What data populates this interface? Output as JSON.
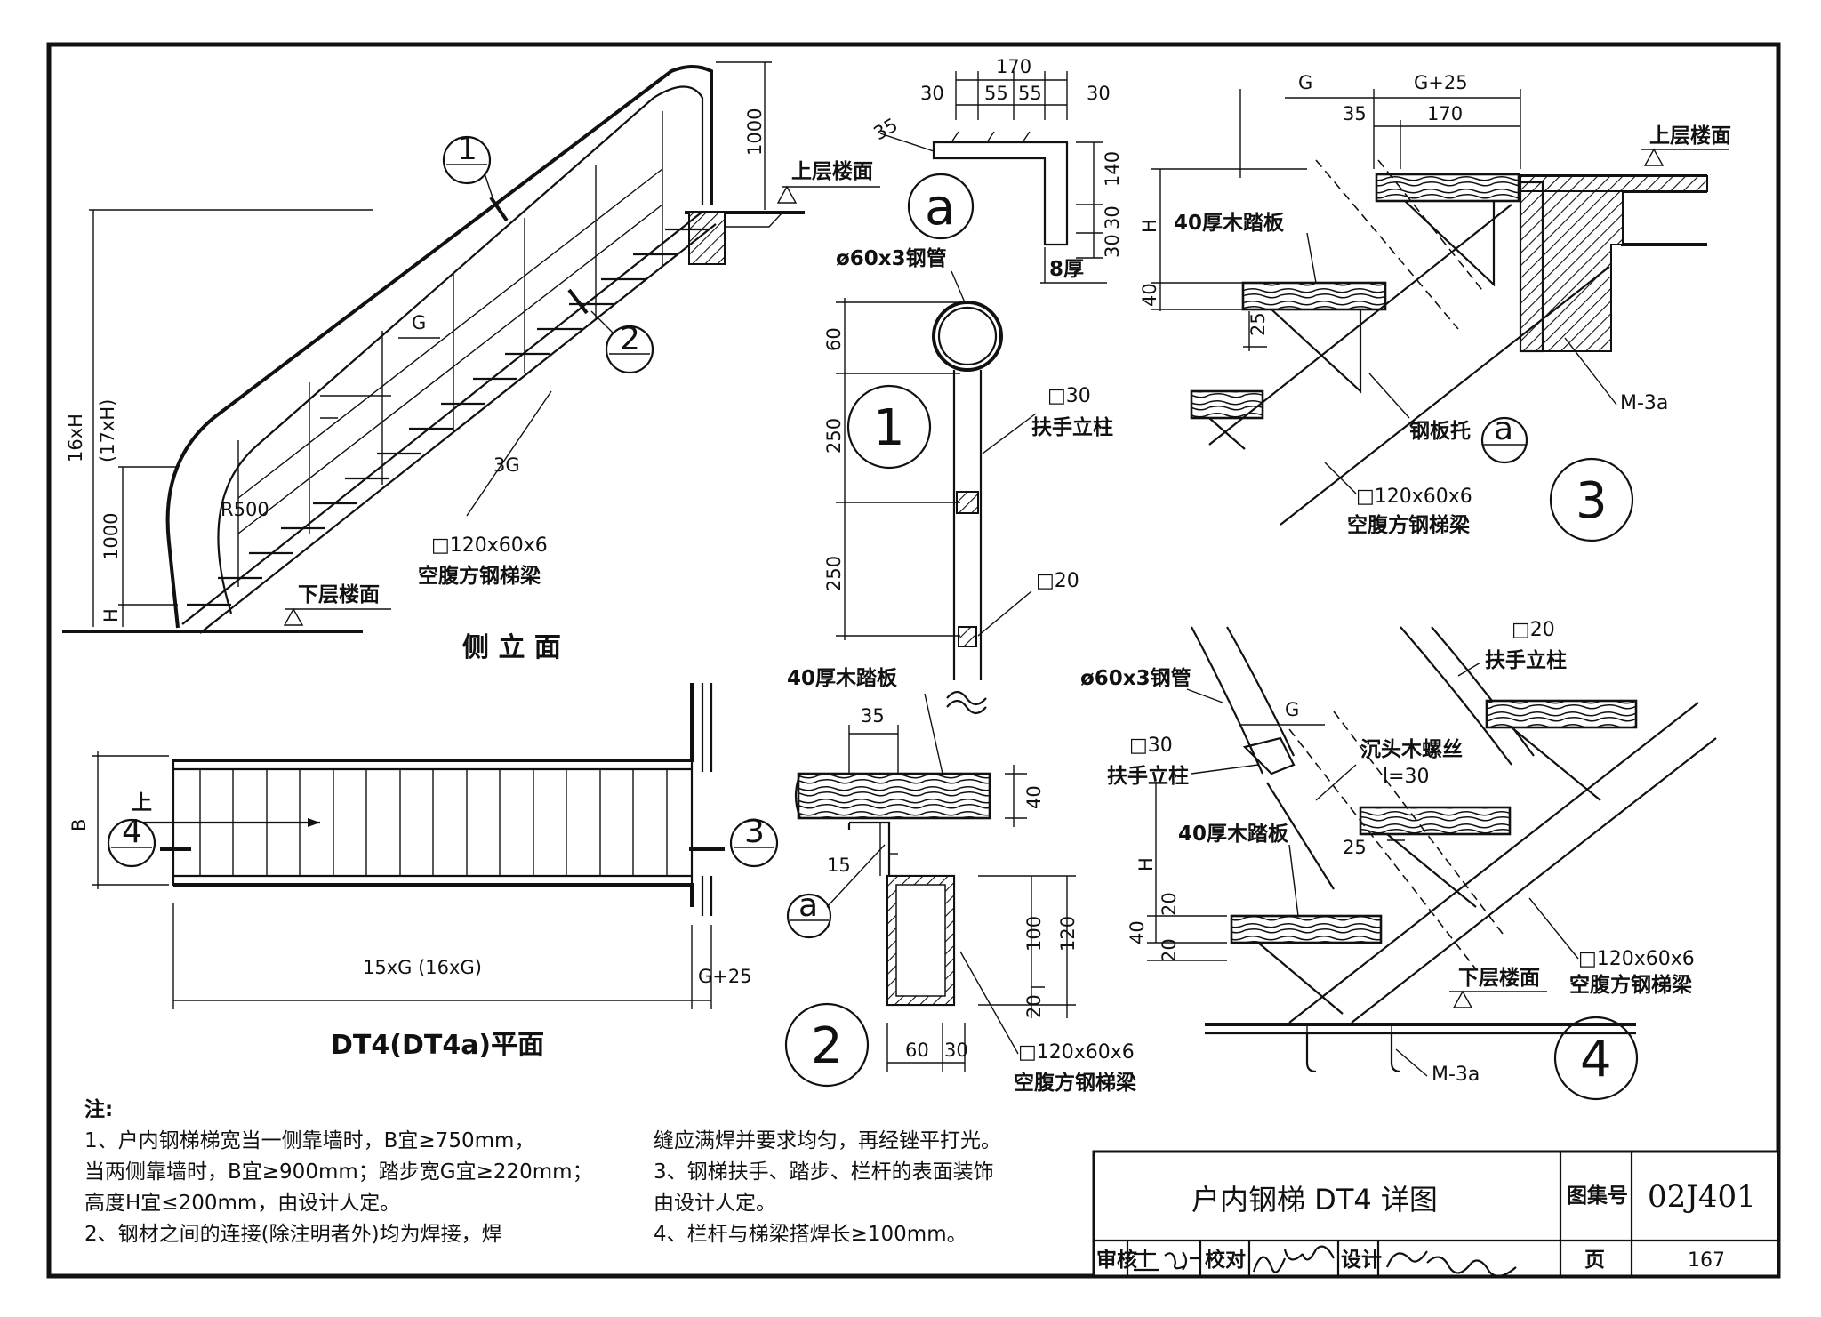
{
  "drawing": {
    "side_elevation": {
      "title": "侧 立 面",
      "dim_height_total": "16xH",
      "dim_height_alt": "(17xH)",
      "dim_1000_top": "1000",
      "dim_1000_bottom": "1000",
      "dim_H": "H",
      "dim_G": "G",
      "dim_3G": "3G",
      "label_R500": "R500",
      "label_beam_size": "□120x60x6",
      "label_beam_name": "空腹方钢梯梁",
      "label_upper_floor": "上层楼面",
      "label_lower_floor": "下层楼面",
      "callout_1": "1",
      "callout_2": "2"
    },
    "plan": {
      "title": "DT4(DT4a)平面",
      "dim_length": "15xG (16xG)",
      "dim_end": "G+25",
      "dim_B": "B",
      "label_up": "上",
      "callout_4": "4",
      "callout_3": "3"
    },
    "detail_a": {
      "marker": "a",
      "dim_170": "170",
      "dim_30_left": "30",
      "dim_55_1": "55",
      "dim_55_2": "55",
      "dim_30_right": "30",
      "dim_35": "35",
      "dim_140": "140",
      "dim_30_a": "30",
      "dim_30_b": "30",
      "label_thickness": "8厚"
    },
    "detail_1": {
      "marker": "1",
      "label_pipe": "ø60x3钢管",
      "dim_60": "60",
      "dim_250_1": "250",
      "dim_250_2": "250",
      "label_post_size": "□30",
      "label_post_name": "扶手立柱",
      "label_bar_size": "□20"
    },
    "detail_2": {
      "marker": "2",
      "label_tread": "40厚木踏板",
      "dim_35": "35",
      "dim_40": "40",
      "dim_15": "15",
      "dim_100": "100",
      "dim_120": "120",
      "dim_20": "20",
      "dim_60": "60",
      "dim_30": "30",
      "ref_a": "a",
      "label_beam_size": "□120x60x6",
      "label_beam_name": "空腹方钢梯梁"
    },
    "detail_3": {
      "marker": "3",
      "dim_G": "G",
      "dim_G25": "G+25",
      "dim_35": "35",
      "dim_170": "170",
      "dim_H": "H",
      "dim_40": "40",
      "dim_25": "25",
      "label_tread": "40厚木踏板",
      "label_upper_floor": "上层楼面",
      "label_plate_bracket": "钢板托",
      "ref_a": "a",
      "label_beam_size": "□120x60x6",
      "label_beam_name": "空腹方钢梯梁",
      "label_embed": "M-3a"
    },
    "detail_4": {
      "marker": "4",
      "label_pipe": "ø60x3钢管",
      "label_post30_size": "□30",
      "label_post30_name": "扶手立柱",
      "label_post20_size": "□20",
      "label_post20_name": "扶手立柱",
      "dim_G": "G",
      "label_screw": "沉头木螺丝",
      "label_screw_len": "l=30",
      "label_tread": "40厚木踏板",
      "dim_25": "25",
      "dim_H": "H",
      "dim_20_top": "20",
      "dim_40": "40",
      "dim_20_bottom": "20",
      "label_lower_floor": "下层楼面",
      "label_beam_size": "□120x60x6",
      "label_beam_name": "空腹方钢梯梁",
      "label_embed": "M-3a"
    }
  },
  "notes": {
    "heading": "注:",
    "left_lines": [
      "1、户内钢梯梯宽当一侧靠墙时，B宜≥750mm，",
      "当两侧靠墙时，B宜≥900mm；踏步宽G宜≥220mm；",
      "高度H宜≤200mm，由设计人定。",
      "2、钢材之间的连接(除注明者外)均为焊接，焊"
    ],
    "right_lines": [
      "缝应满焊并要求均匀，再经锉平打光。",
      "3、钢梯扶手、踏步、栏杆的表面装饰",
      "由设计人定。",
      "4、栏杆与梯梁搭焊长≥100mm。"
    ]
  },
  "title_block": {
    "title": "户内钢梯 DT4 详图",
    "atlas_label": "图集号",
    "atlas_no": "02J401",
    "review_label": "审核",
    "check_label": "校对",
    "design_label": "设计",
    "page_label": "页",
    "page_no": "167"
  }
}
